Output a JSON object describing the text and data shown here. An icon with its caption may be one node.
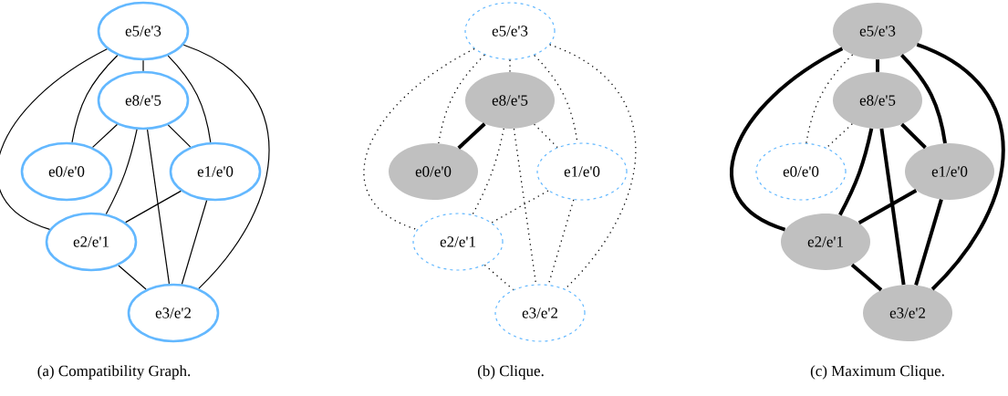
{
  "diagram": {
    "nodes": [
      {
        "text": [
          "e5/e'3"
        ]
      },
      {
        "text": [
          "e8/e'5"
        ]
      },
      {
        "text": [
          "e0/e'0"
        ]
      },
      {
        "text": [
          "e1/e'0"
        ]
      },
      {
        "text": [
          "e2/e'1"
        ]
      },
      {
        "text": [
          "e3/e'2"
        ]
      },
      {
        "text": [
          "e5/e'3"
        ]
      },
      {
        "text": [
          "e8/e'5"
        ]
      },
      {
        "text": [
          "e0/e'0"
        ]
      },
      {
        "text": [
          "e1/e'0"
        ]
      },
      {
        "text": [
          "e2/e'1"
        ]
      },
      {
        "text": [
          "e3/e'2"
        ]
      },
      {
        "text": [
          "e5/e'3"
        ]
      },
      {
        "text": [
          "e8/e'5"
        ]
      },
      {
        "text": [
          "e0/e'0"
        ]
      },
      {
        "text": [
          "e1/e'0"
        ]
      },
      {
        "text": [
          "e2/e'1"
        ]
      },
      {
        "text": [
          "e3/e'2"
        ]
      }
    ],
    "edges": [
      {
        "from": 0,
        "to": 1,
        "arrow": "none"
      },
      {
        "from": 0,
        "to": 2,
        "arrow": "none"
      },
      {
        "from": 0,
        "to": 4,
        "arrow": "none"
      },
      {
        "from": 0,
        "to": 3,
        "arrow": "none"
      },
      {
        "from": 0,
        "to": 5,
        "arrow": "none"
      },
      {
        "from": 1,
        "to": 2,
        "arrow": "none"
      },
      {
        "from": 1,
        "to": 4,
        "arrow": "none"
      },
      {
        "from": 1,
        "to": 5,
        "arrow": "none"
      },
      {
        "from": 1,
        "to": 3,
        "arrow": "none"
      },
      {
        "from": 3,
        "to": 4,
        "arrow": "none"
      },
      {
        "from": 3,
        "to": 5,
        "arrow": "none"
      },
      {
        "from": 4,
        "to": 5,
        "arrow": "none"
      },
      {
        "from": 6,
        "to": 7,
        "arrow": "none",
        "style": "dashed"
      },
      {
        "from": 6,
        "to": 8,
        "arrow": "none",
        "style": "dashed"
      },
      {
        "from": 6,
        "to": 10,
        "arrow": "none",
        "style": "dashed"
      },
      {
        "from": 6,
        "to": 9,
        "arrow": "none",
        "style": "dashed"
      },
      {
        "from": 6,
        "to": 11,
        "arrow": "none",
        "style": "dashed"
      },
      {
        "from": 7,
        "to": 8,
        "arrow": "none",
        "style": "thick"
      },
      {
        "from": 7,
        "to": 10,
        "arrow": "none",
        "style": "dashed"
      },
      {
        "from": 7,
        "to": 11,
        "arrow": "none",
        "style": "dashed"
      },
      {
        "from": 7,
        "to": 9,
        "arrow": "none",
        "style": "dashed"
      },
      {
        "from": 9,
        "to": 10,
        "arrow": "none",
        "style": "dashed"
      },
      {
        "from": 9,
        "to": 11,
        "arrow": "none",
        "style": "dashed"
      },
      {
        "from": 10,
        "to": 11,
        "arrow": "none",
        "style": "dashed"
      },
      {
        "from": 12,
        "to": 13,
        "arrow": "none",
        "style": "thick"
      },
      {
        "from": 12,
        "to": 14,
        "arrow": "none",
        "style": "dashed"
      },
      {
        "from": 12,
        "to": 16,
        "arrow": "none",
        "style": "thick"
      },
      {
        "from": 12,
        "to": 15,
        "arrow": "none",
        "style": "thick"
      },
      {
        "from": 12,
        "to": 17,
        "arrow": "none",
        "style": "thick"
      },
      {
        "from": 13,
        "to": 14,
        "arrow": "none",
        "style": "dashed"
      },
      {
        "from": 13,
        "to": 16,
        "arrow": "none",
        "style": "thick"
      },
      {
        "from": 13,
        "to": 17,
        "arrow": "none",
        "style": "thick"
      },
      {
        "from": 13,
        "to": 15,
        "arrow": "none",
        "style": "thick"
      },
      {
        "from": 15,
        "to": 16,
        "arrow": "none",
        "style": "thick"
      },
      {
        "from": 15,
        "to": 17,
        "arrow": "none",
        "style": "thick"
      },
      {
        "from": 16,
        "to": 17,
        "arrow": "none",
        "style": "thick"
      }
    ],
    "labels": [
      "(a) Compatibility Graph.",
      "(b) Clique.",
      "(c) Maximum Clique."
    ]
  }
}
